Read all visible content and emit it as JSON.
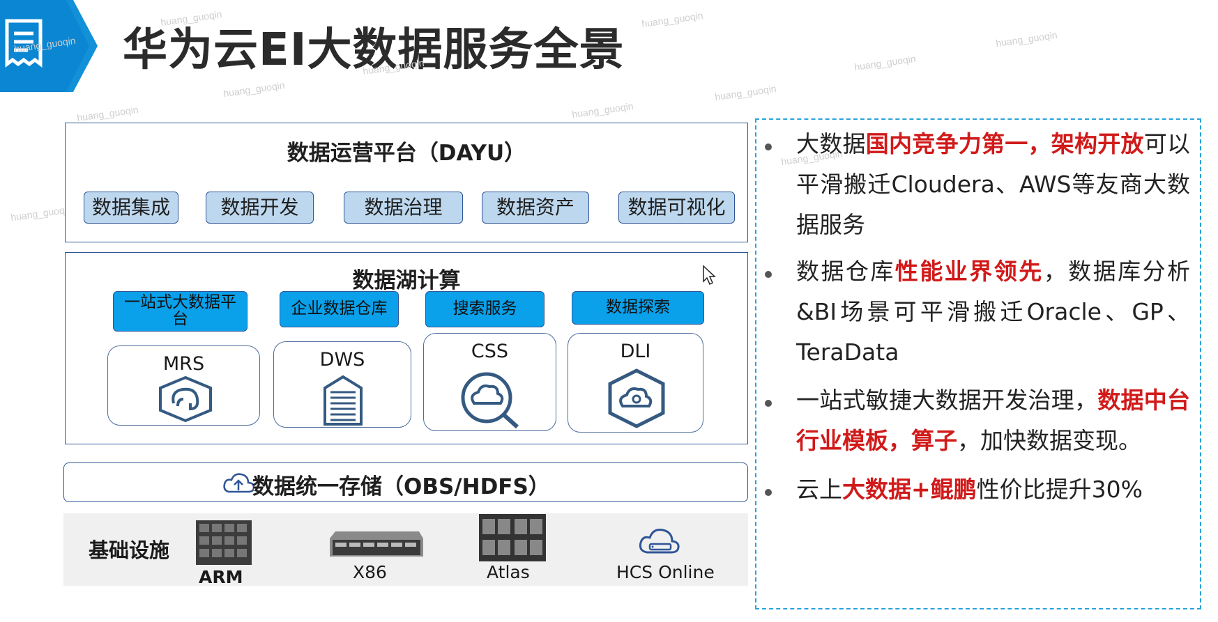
{
  "title": "华为云EI大数据服务全景",
  "watermark": "huang_guoqin",
  "dayu": {
    "title": "数据运营平台（DAYU）",
    "modules": [
      "数据集成",
      "数据开发",
      "数据治理",
      "数据资产",
      "数据可视化"
    ]
  },
  "lake": {
    "title": "数据湖计算",
    "categories": [
      "一站式大数据平台",
      "企业数据仓库",
      "搜索服务",
      "数据探索"
    ],
    "services": [
      "MRS",
      "DWS",
      "CSS",
      "DLI"
    ]
  },
  "storage": {
    "title": "数据统一存储（OBS/HDFS）"
  },
  "infra": {
    "title": "基础设施",
    "items": [
      "ARM",
      "X86",
      "Atlas",
      "HCS Online"
    ]
  },
  "bullets": [
    {
      "pre": "大数据",
      "red": "国内竞争力第一，架构开放",
      "post": "可以平滑搬迁Cloudera、AWS等友商大数据服务"
    },
    {
      "pre": "数据仓库",
      "red": "性能业界领先",
      "post": "，数据库分析&BI场景可平滑搬迁Oracle、GP、TeraData"
    },
    {
      "pre": "一站式敏捷大数据开发治理，",
      "red": "数据中台行业模板，算子",
      "post": "，加快数据变现。"
    },
    {
      "pre": "云上",
      "red": "大数据+鲲鹏",
      "post": "性价比提升30%"
    }
  ],
  "colors": {
    "accent": "#0a8fd8",
    "red": "#d11a1a",
    "chip": "#bdd7ee",
    "blueChip": "#0aa0ea",
    "panelBorder": "#2f5597"
  }
}
